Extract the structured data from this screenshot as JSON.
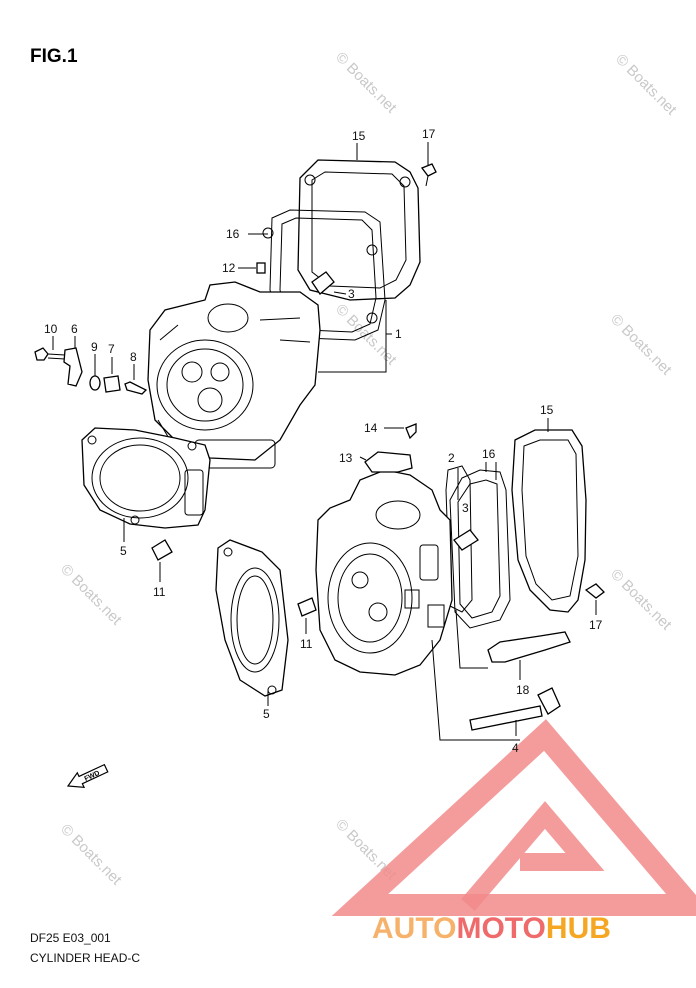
{
  "figure_title": "FIG.1",
  "footer": {
    "code": "DF25 E03_001",
    "section": "CYLINDER HEAD-C"
  },
  "watermark_text": "© Boats.net",
  "fwd_label": "FWD",
  "callouts": {
    "c1": "1",
    "c2": "2",
    "c3a": "3",
    "c3b": "3",
    "c4": "4",
    "c5a": "5",
    "c5b": "5",
    "c6": "6",
    "c7": "7",
    "c8": "8",
    "c9": "9",
    "c10": "10",
    "c11a": "11",
    "c11b": "11",
    "c12": "12",
    "c13": "13",
    "c14": "14",
    "c15a": "15",
    "c15b": "15",
    "c16a": "16",
    "c16b": "16",
    "c17a": "17",
    "c17b": "17",
    "c18": "18"
  },
  "brand": {
    "part1": "AUTO",
    "part2": "MOTO",
    "part3": "HUB",
    "colors": {
      "auto": "#f6b26b",
      "moto": "#ef6b6b",
      "hub": "#f5a623",
      "logo": "#f28b8b"
    }
  }
}
